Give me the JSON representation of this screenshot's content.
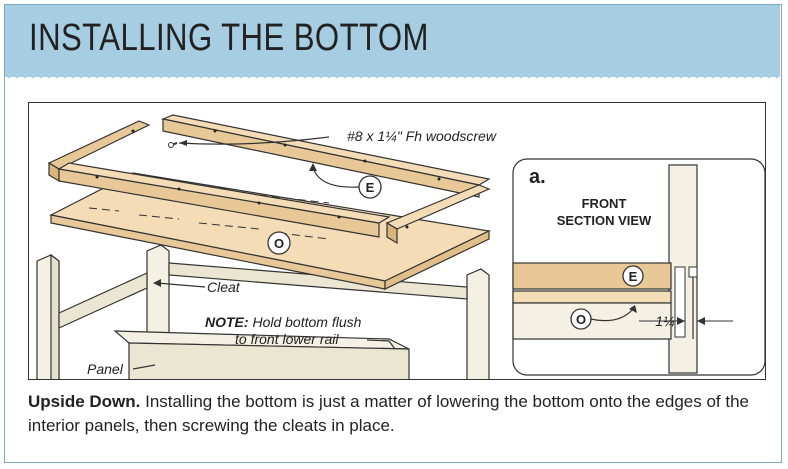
{
  "header": {
    "title": "INSTALLING THE BOTTOM"
  },
  "illustration": {
    "screw_label": "#8 x 1¼\" Fh woodscrew",
    "part_e": "E",
    "part_o": "O",
    "cleat_label": "Cleat",
    "note_bold": "NOTE:",
    "note_text_1": "Hold bottom flush",
    "note_text_2": "to front lower rail",
    "panel_label": "Panel"
  },
  "detail": {
    "letter": "a.",
    "title_line1": "FRONT",
    "title_line2": "SECTION VIEW",
    "part_e": "E",
    "part_o": "O",
    "dimension": "1¼"
  },
  "caption": {
    "lead": "Upside Down.",
    "text": " Installing the bottom is just a matter of lowering the bottom onto the edges of the interior panels, then screwing the cleats in place."
  },
  "colors": {
    "header_bg": "#a6cde2",
    "wood_light": "#f3dcb6",
    "wood_dark": "#e8c897",
    "cabinet": "#f4f1e4"
  }
}
